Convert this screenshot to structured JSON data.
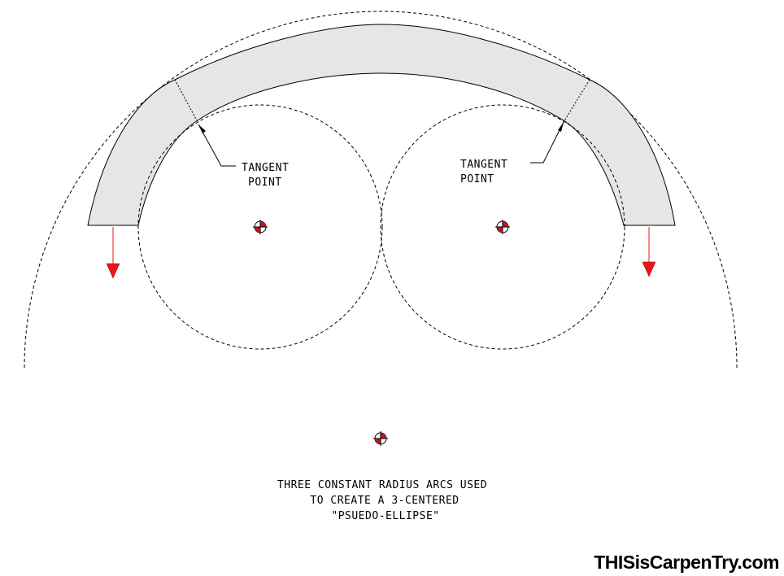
{
  "labels": {
    "left_tangent_line1": "TANGENT",
    "left_tangent_line2": "POINT",
    "right_tangent_line1": "TANGENT",
    "right_tangent_line2": "POINT"
  },
  "caption": {
    "line1": "THREE CONSTANT RADIUS ARCS USED",
    "line2": "TO CREATE A 3-CENTERED",
    "line3": "\"PSUEDO-ELLIPSE\""
  },
  "logo": {
    "text": "THISisCarpenTry.com"
  },
  "colors": {
    "arch_fill": "#e6e6e6",
    "stroke": "#000000",
    "accent_red": "#e8141e"
  },
  "icons": {
    "center_mark": "center-point-icon",
    "arrow": "down-arrow-icon"
  }
}
